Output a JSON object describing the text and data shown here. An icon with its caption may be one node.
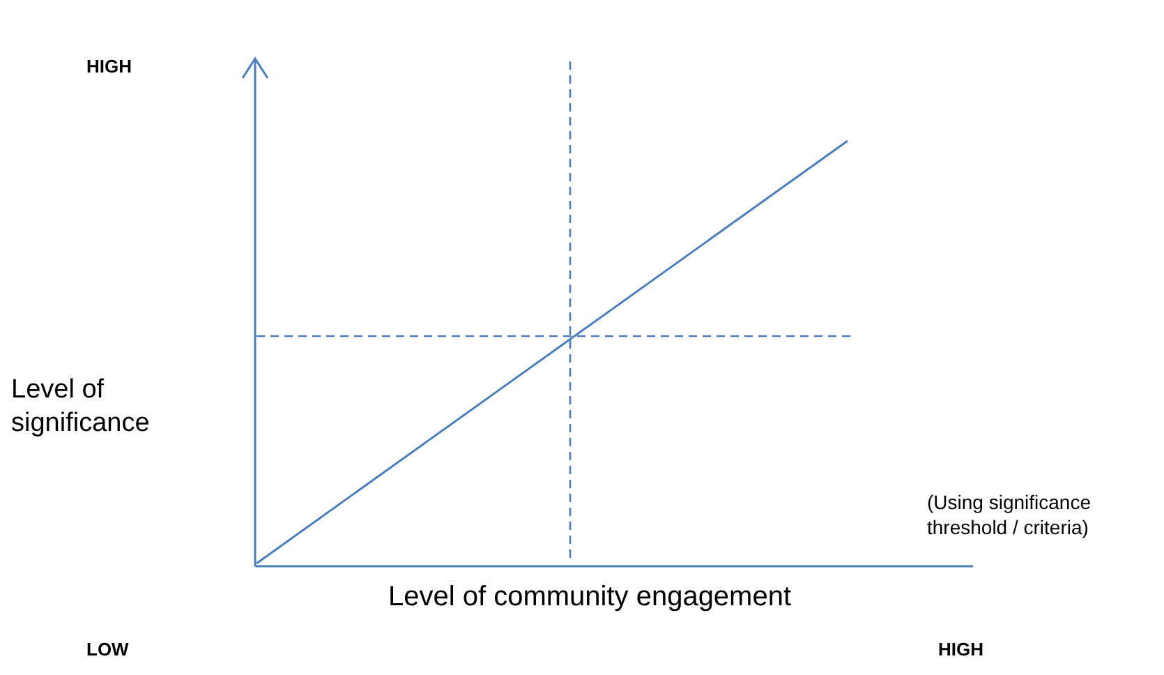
{
  "diagram": {
    "labels": [
      "HIGH",
      "Level of significance",
      "(Using significance threshold / criteria)",
      "Level of community engagement",
      "LOW",
      "HIGH"
    ]
  }
}
